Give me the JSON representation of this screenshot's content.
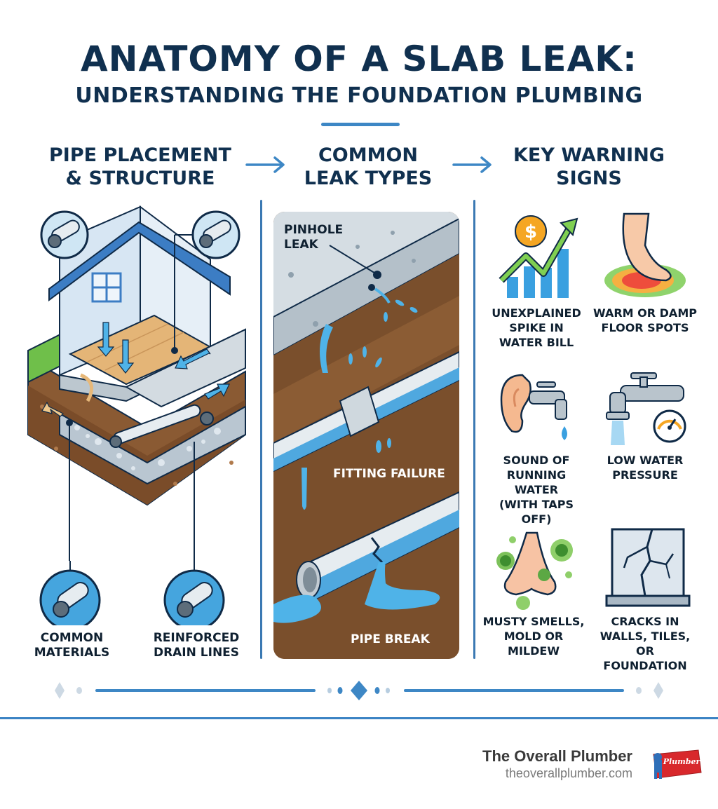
{
  "header": {
    "title_line1": "ANATOMY OF A SLAB LEAK:",
    "title_line2": "UNDERSTANDING THE FOUNDATION PLUMBING"
  },
  "columns": [
    {
      "heading": "PIPE PLACEMENT & STRUCTURE",
      "heading_lines": [
        "PIPE PLACEMENT",
        "& STRUCTURE"
      ]
    },
    {
      "heading": "COMMON LEAK TYPES",
      "heading_lines": [
        "COMMON",
        "LEAK TYPES"
      ]
    },
    {
      "heading": "KEY WARNING SIGNS",
      "heading_lines": [
        "KEY WARNING",
        "SIGNS"
      ]
    }
  ],
  "structure": {
    "callouts": [
      {
        "label_lines": [
          "COMMON",
          "MATERIALS"
        ]
      },
      {
        "label_lines": [
          "REINFORCED",
          "DRAIN LINES"
        ]
      }
    ]
  },
  "leak_types": [
    {
      "label_lines": [
        "PINHOLE",
        "LEAK"
      ]
    },
    {
      "label": "FITTING FAILURE"
    },
    {
      "label": "PIPE BREAK"
    }
  ],
  "warning_signs": [
    {
      "icon": "bill-spike-icon",
      "label_lines": [
        "UNEXPLAINED",
        "SPIKE IN",
        "WATER BILL"
      ]
    },
    {
      "icon": "warm-floor-icon",
      "label_lines": [
        "WARM OR DAMP",
        "FLOOR SPOTS"
      ]
    },
    {
      "icon": "ear-faucet-icon",
      "label_lines": [
        "SOUND OF",
        "RUNNING WATER",
        "(WITH TAPS OFF)"
      ]
    },
    {
      "icon": "faucet-gauge-icon",
      "label_lines": [
        "LOW WATER",
        "PRESSURE"
      ]
    },
    {
      "icon": "nose-mold-icon",
      "label_lines": [
        "MUSTY SMELLS,",
        "MOLD OR",
        "MILDEW"
      ]
    },
    {
      "icon": "cracked-wall-icon",
      "label_lines": [
        "CRACKS IN",
        "WALLS, TILES, OR",
        "FOUNDATION"
      ]
    }
  ],
  "footer": {
    "brand_name": "The Overall Plumber",
    "brand_url": "theoverallplumber.com",
    "logo_text": "The Plumber"
  },
  "colors": {
    "navy": "#10304f",
    "accent_blue": "#3b83c4",
    "water": "#4fb3e8",
    "soil": "#7a4f2c",
    "concrete": "#c9d3db"
  }
}
